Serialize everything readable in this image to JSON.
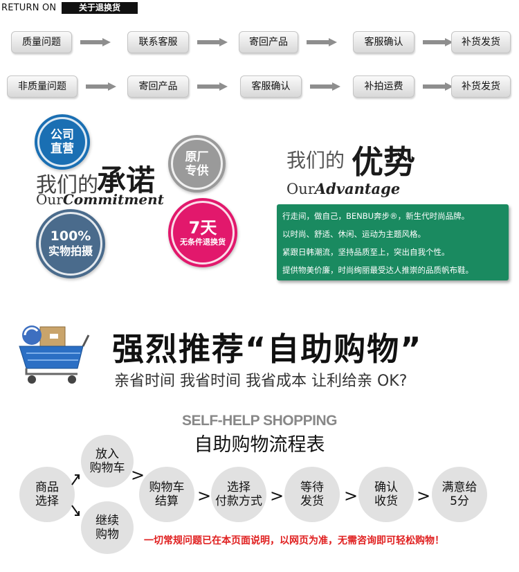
{
  "header": {
    "return_on": "RETURN ON",
    "title": "关于退换货"
  },
  "quality_flow": [
    "质量问题",
    "联系客服",
    "寄回产品",
    "客服确认",
    "补货发货"
  ],
  "nonquality_flow": [
    "非质量问题",
    "寄回产品",
    "客服确认",
    "补拍运费",
    "补货发货"
  ],
  "commitment": {
    "title_prefix": "我们的",
    "title_main": "承诺",
    "en_our": "Our",
    "en_word": "Commitment",
    "badges": {
      "company": [
        "公司",
        "直营"
      ],
      "factory": [
        "原厂",
        "专供"
      ],
      "real": [
        "100%",
        "实物拍摄"
      ],
      "days": [
        "7天",
        "无条件退换货"
      ]
    },
    "colors": {
      "blue": "#1a6fb3",
      "gray": "#8a8a8a",
      "slate": "#4a6b8c",
      "pink": "#e2186c"
    }
  },
  "advantage": {
    "title_prefix": "我们的",
    "title_main": "优势",
    "en_our": "Our",
    "en_word": "Advantage",
    "lines": [
      "行走间，做自己，BENBU奔步®，新生代时尚品牌。",
      "以时尚、舒适、休闲、运动为主题风格。",
      "紧跟日韩潮流，坚持品质至上，突出自我个性。",
      "提供物美价廉，时尚绚丽最受达人推崇的品质帆布鞋。"
    ],
    "box_color": "#1a8a60"
  },
  "self_help": {
    "title": "强烈推荐“自助购物”",
    "subtitle": "亲省时间 我省时间 我省成本 让利给亲 OK?",
    "en_title": "SELF-HELP SHOPPING",
    "cn_title": "自助购物流程表",
    "steps": {
      "select": "商品\n选择",
      "cart": "放入\n购物车",
      "continue": "继续\n购物",
      "checkout": "购物车\n结算",
      "pay": "选择\n付款方式",
      "wait": "等待\n发货",
      "confirm": "确认\n收货",
      "rate": "满意给\n5分"
    },
    "note": "一切常规问题已在本页面说明，以网页为准，无需咨询即可轻松购物！"
  }
}
